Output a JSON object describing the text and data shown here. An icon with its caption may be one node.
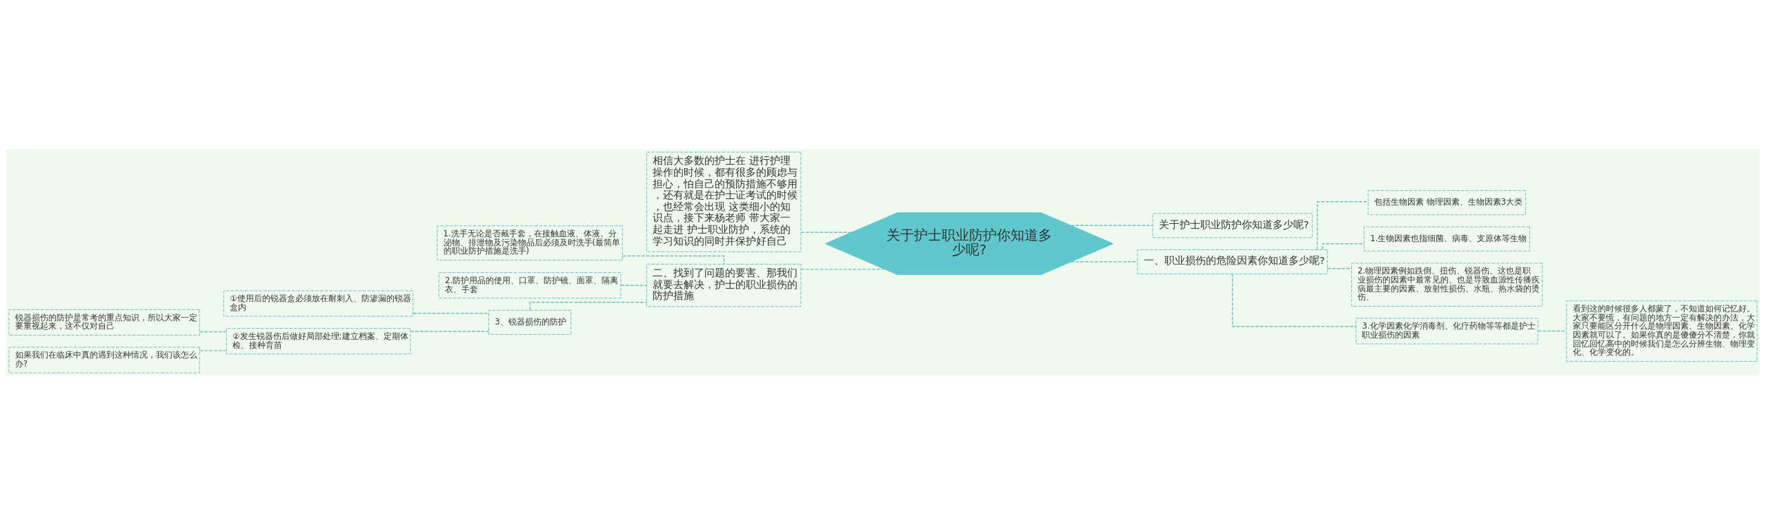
{
  "diagram": {
    "nodes": [
      {
        "text": [
          "关于护士职业防护你知道多少呢?"
        ]
      },
      {
        "text": [
          "相信大多数的护士在 进行护理操作的时候，都有很多的顾虑与担心，怕自己的预防措施不够用，还有就是在护士证考试的时候，也经常会出现 这类细小的知识点，接下来杨老师 带大家一起走进 护士职业防护，系统的学习知识的同时并保护好自己"
        ]
      },
      {
        "text": [
          "二、找到了问题的要害、那我们就要去解决，护士的职业损伤的防护措施"
        ]
      },
      {
        "text": [
          "1.洗手无论是否戴手套，在接触血液、体液、分泌物、排泄物及污染物品后必须及时洗手(最简单的职业防护措施是洗手)"
        ]
      },
      {
        "text": [
          "2.防护用品的使用、口罩、防护镜、面罩、隔离衣、手套"
        ]
      },
      {
        "text": [
          "3、锐器损伤的防护"
        ]
      },
      {
        "text": [
          "①使用后的锐器盒必须放在耐刺入、防渗漏的锐器盒内"
        ]
      },
      {
        "text": [
          "②发生锐器伤后做好局部处理;建立档案、定期体检、接种育苗"
        ]
      },
      {
        "text": [
          "锐器损伤的防护是常考的重点知识，所以大家一定要重视起来，这不仅对自己"
        ]
      },
      {
        "text": [
          "如果我们在临床中真的遇到这种情况，我们该怎么办?"
        ]
      },
      {
        "text": [
          "关于护士职业防护你知道多少呢?"
        ]
      },
      {
        "text": [
          "一、职业损伤的危险因素你知道多少呢?"
        ]
      },
      {
        "text": [
          "包括生物因素 物理因素、生物因素3大类"
        ]
      },
      {
        "text": [
          "1.生物因素也指细菌、病毒、支原体等生物"
        ]
      },
      {
        "text": [
          "2.物理因素例如跌倒、扭伤、锐器伤、这也是职业损伤的因素中最常见的、也是导致血源性传播疾病最主要的因素、放射性损伤、水瓶、热水袋的烫伤、"
        ]
      },
      {
        "text": [
          "3.化学因素化学消毒剂、化疗药物等等都是护士职业损伤的因素"
        ]
      },
      {
        "text": [
          "看到这的时候很多人都蒙了，不知道如何记忆好。大家不要慌，有问题的地方一定有解决的办法，大家只要能区分开什么是物理因素、生物因素、化学因素就可以了。如果你真的是傻傻分不清楚，你就回忆回忆高中的时候我们是怎么分辨生物、物理变化、化学变化的。"
        ]
      }
    ],
    "edges": [
      {
        "from": 0,
        "to": 1,
        "arrow": "none",
        "style": "dashed"
      },
      {
        "from": 0,
        "to": 2,
        "arrow": "none",
        "style": "dashed"
      },
      {
        "from": 2,
        "to": 3,
        "arrow": "none",
        "style": "dashed"
      },
      {
        "from": 2,
        "to": 4,
        "arrow": "none",
        "style": "dashed"
      },
      {
        "from": 2,
        "to": 5,
        "arrow": "none",
        "style": "dashed"
      },
      {
        "from": 5,
        "to": 6,
        "arrow": "none",
        "style": "dashed"
      },
      {
        "from": 5,
        "to": 7,
        "arrow": "none",
        "style": "dashed"
      },
      {
        "from": 7,
        "to": 8,
        "arrow": "none",
        "style": "dashed"
      },
      {
        "from": 7,
        "to": 9,
        "arrow": "none",
        "style": "dashed"
      },
      {
        "from": 0,
        "to": 10,
        "arrow": "none",
        "style": "dashed"
      },
      {
        "from": 0,
        "to": 11,
        "arrow": "none",
        "style": "dashed"
      },
      {
        "from": 11,
        "to": 12,
        "arrow": "none",
        "style": "dashed"
      },
      {
        "from": 11,
        "to": 13,
        "arrow": "none",
        "style": "dashed"
      },
      {
        "from": 11,
        "to": 14,
        "arrow": "none",
        "style": "dashed"
      },
      {
        "from": 11,
        "to": 15,
        "arrow": "none",
        "style": "dashed"
      },
      {
        "from": 15,
        "to": 16,
        "arrow": "none",
        "style": "dashed"
      }
    ]
  }
}
